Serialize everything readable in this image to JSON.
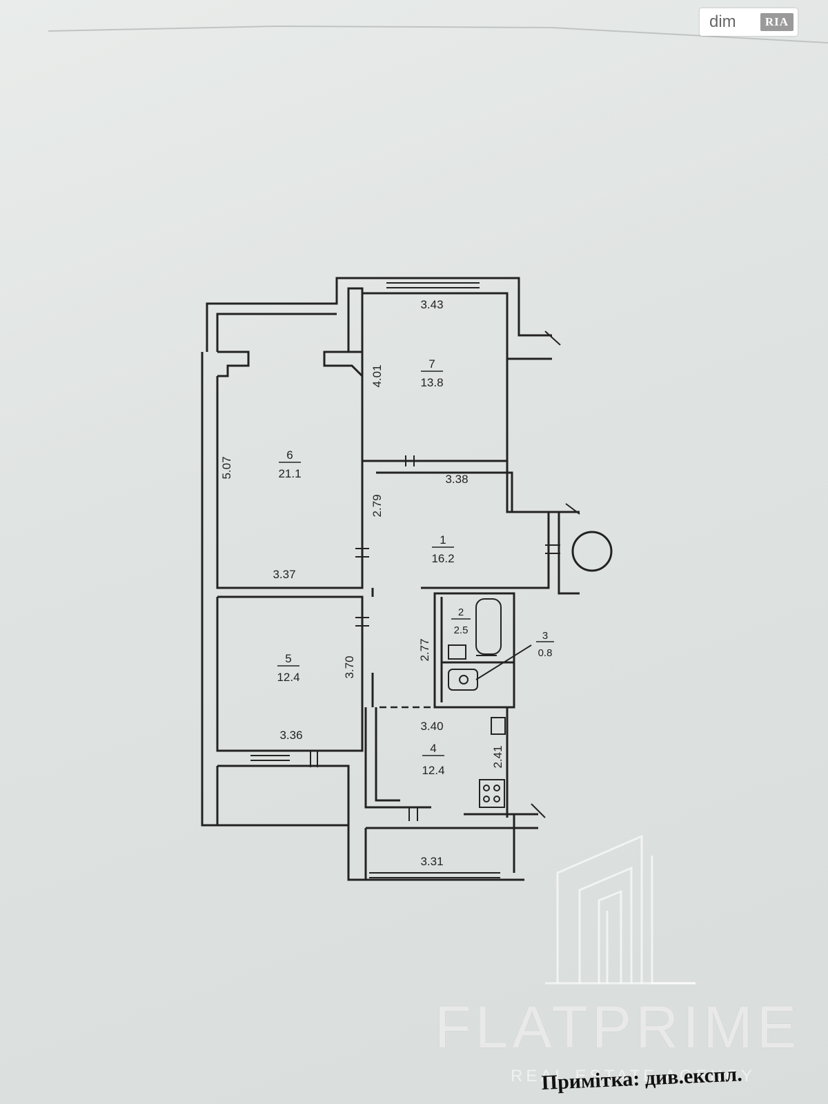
{
  "watermark": {
    "badge_text": "dim",
    "badge_logo": "RIA",
    "brand_name": "FLATPRIME",
    "brand_tagline": "REAL ESTATE AGENCY",
    "brand_icon": "building-outline-icon"
  },
  "plan": {
    "rooms": [
      {
        "number": "1",
        "area": "16.2"
      },
      {
        "number": "2",
        "area": "2.5"
      },
      {
        "number": "3",
        "area": "0.8"
      },
      {
        "number": "4",
        "area": "12.4"
      },
      {
        "number": "5",
        "area": "12.4"
      },
      {
        "number": "6",
        "area": "21.1"
      },
      {
        "number": "7",
        "area": "13.8"
      }
    ],
    "dimensions": [
      "3.43",
      "4.01",
      "5.07",
      "3.38",
      "2.79",
      "3.37",
      "2.77",
      "3.70",
      "3.40",
      "2.41",
      "3.36",
      "3.31"
    ]
  },
  "footer_note": "Примітка: див.експл."
}
